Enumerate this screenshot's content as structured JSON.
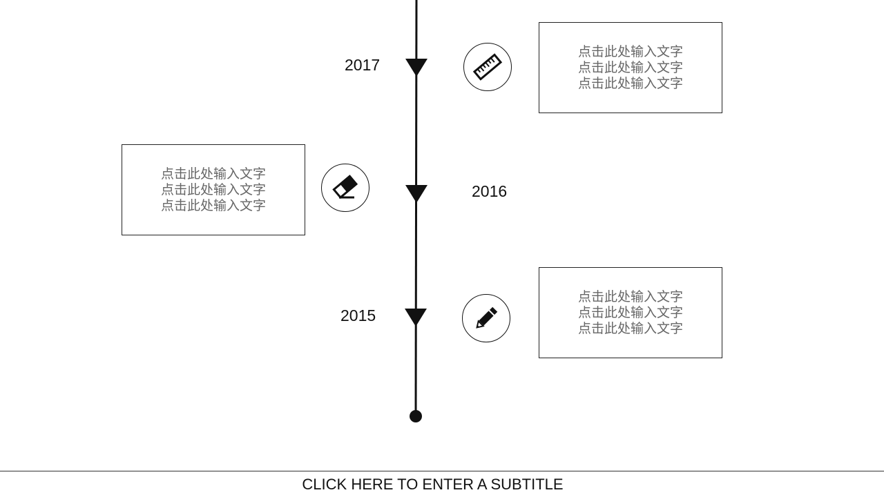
{
  "timeline": {
    "entries": [
      {
        "year": "2017",
        "icon": "ruler-icon",
        "lines": [
          "点击此处输入文字",
          "点击此处输入文字",
          "点击此处输入文字"
        ]
      },
      {
        "year": "2016",
        "icon": "eraser-icon",
        "lines": [
          "点击此处输入文字",
          "点击此处输入文字",
          "点击此处输入文字"
        ]
      },
      {
        "year": "2015",
        "icon": "pencil-icon",
        "lines": [
          "点击此处输入文字",
          "点击此处输入文字",
          "点击此处输入文字"
        ]
      }
    ]
  },
  "footer": {
    "subtitle": "CLICK HERE TO ENTER A SUBTITLE"
  },
  "colors": {
    "line": "#111111",
    "box_text": "#666666",
    "background": "#ffffff"
  }
}
